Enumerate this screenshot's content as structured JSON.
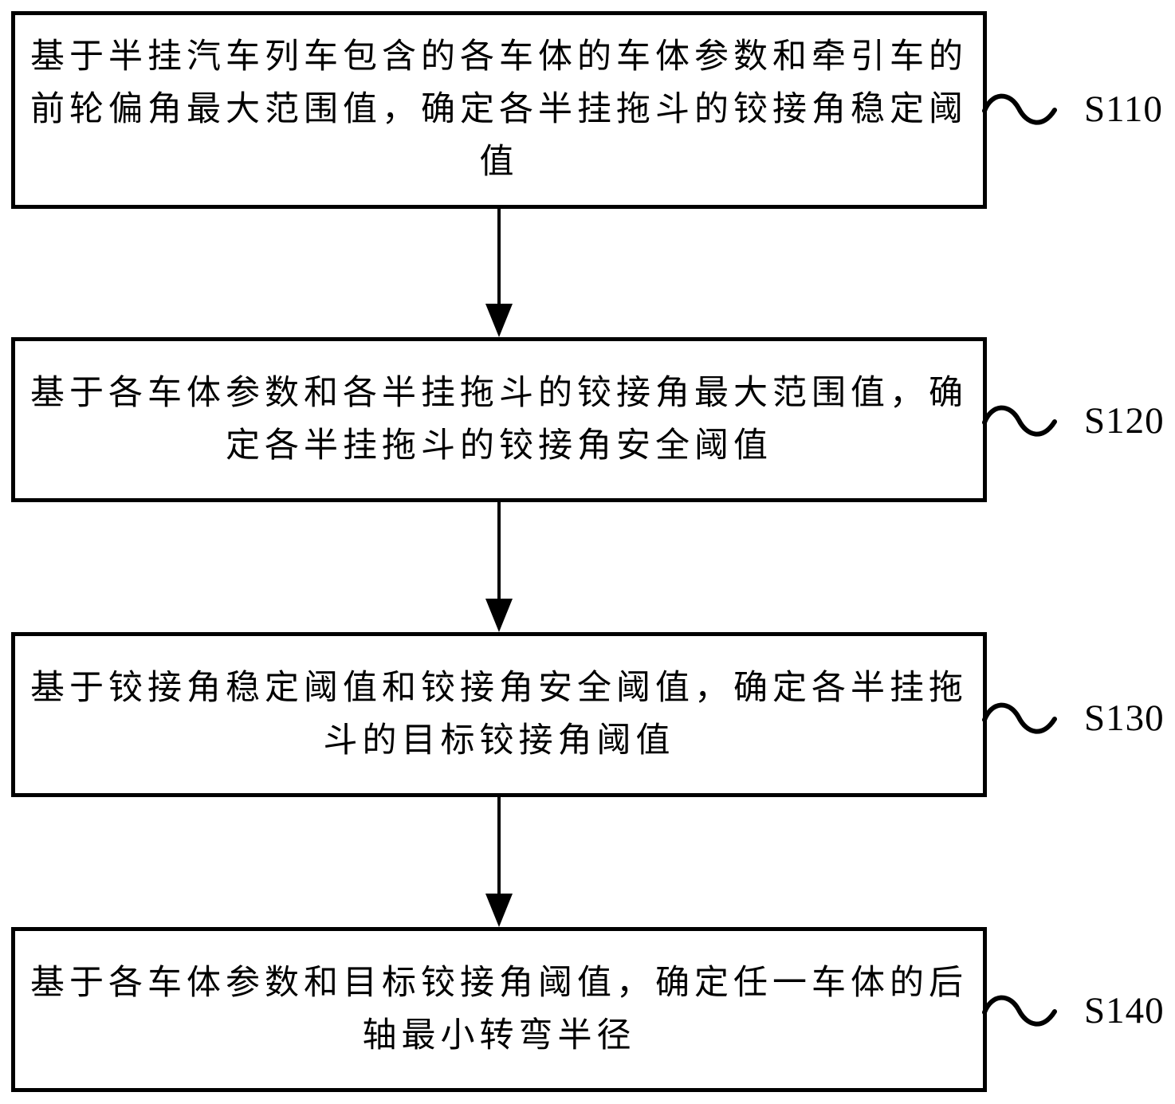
{
  "figure": {
    "type": "flowchart",
    "colors": {
      "ink": "#000000",
      "paper": "#ffffff"
    }
  },
  "steps": [
    {
      "id": "S110",
      "lines": [
        "基于半挂汽车列车包含的各车体的车体参数和牵引车的",
        "前轮偏角最大范围值，确定各半挂拖斗的铰接角稳定阈",
        "值"
      ]
    },
    {
      "id": "S120",
      "lines": [
        "基于各车体参数和各半挂拖斗的铰接角最大范围值，确",
        "定各半挂拖斗的铰接角安全阈值"
      ]
    },
    {
      "id": "S130",
      "lines": [
        "基于铰接角稳定阈值和铰接角安全阈值，确定各半挂拖",
        "斗的目标铰接角阈值"
      ]
    },
    {
      "id": "S140",
      "lines": [
        "基于各车体参数和目标铰接角阈值，确定任一车体的后",
        "轴最小转弯半径"
      ]
    }
  ]
}
